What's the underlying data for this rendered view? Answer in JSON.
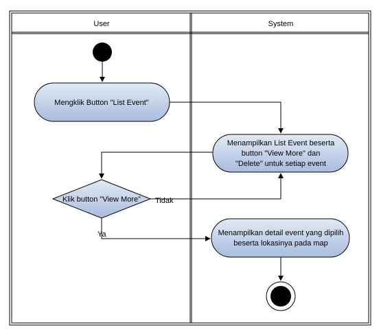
{
  "swimlanes": {
    "lane_left": "User",
    "lane_right": "System"
  },
  "nodes": {
    "click_list_event": "Mengklik Button \"List Event\"",
    "show_list_event": [
      "Menampilkan List Event beserta",
      "button \"View More\" dan",
      "\"Delete\" untuk setiap event"
    ],
    "decision_view_more": "Klik button \"View More\"",
    "show_detail": [
      "Menampilkan detail event yang dipilih",
      "beserta lokasinya pada map"
    ]
  },
  "edges": {
    "no_label": "Tidak",
    "yes_label": "Ya"
  },
  "colors": {
    "activity_fill_top": "#dfe7f3",
    "activity_fill_bottom": "#a9bde0",
    "stroke": "#000000"
  }
}
